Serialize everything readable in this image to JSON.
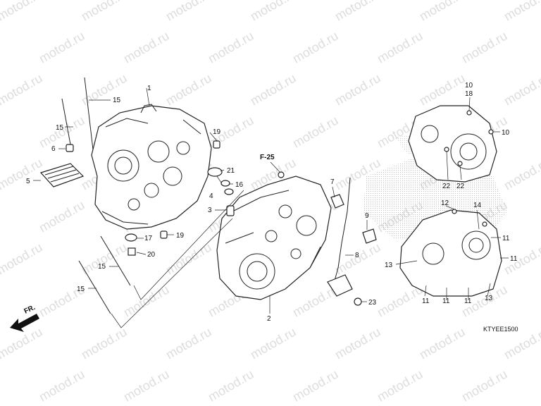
{
  "watermark": "motod.ru",
  "reference": "F-25",
  "direction": "FR.",
  "diagram_code": "KTYEE1500",
  "callouts": [
    {
      "id": "c1",
      "text": "1"
    },
    {
      "id": "c15a",
      "text": "15"
    },
    {
      "id": "c15b",
      "text": "15"
    },
    {
      "id": "c6",
      "text": "6"
    },
    {
      "id": "c5",
      "text": "5"
    },
    {
      "id": "c19a",
      "text": "19"
    },
    {
      "id": "c21",
      "text": "21"
    },
    {
      "id": "c16",
      "text": "16"
    },
    {
      "id": "c4",
      "text": "4"
    },
    {
      "id": "c3",
      "text": "3"
    },
    {
      "id": "c17",
      "text": "17"
    },
    {
      "id": "c19b",
      "text": "19"
    },
    {
      "id": "c20",
      "text": "20"
    },
    {
      "id": "c15c",
      "text": "15"
    },
    {
      "id": "c15d",
      "text": "15"
    },
    {
      "id": "c2",
      "text": "2"
    },
    {
      "id": "c7",
      "text": "7"
    },
    {
      "id": "c9",
      "text": "9"
    },
    {
      "id": "c8",
      "text": "8"
    },
    {
      "id": "c23",
      "text": "23"
    },
    {
      "id": "c10a",
      "text": "10"
    },
    {
      "id": "c18",
      "text": "18"
    },
    {
      "id": "c10b",
      "text": "10"
    },
    {
      "id": "c22a",
      "text": "22"
    },
    {
      "id": "c22b",
      "text": "22"
    },
    {
      "id": "c12",
      "text": "12"
    },
    {
      "id": "c14",
      "text": "14"
    },
    {
      "id": "c11a",
      "text": "11"
    },
    {
      "id": "c11b",
      "text": "11"
    },
    {
      "id": "c13a",
      "text": "13"
    },
    {
      "id": "c11c",
      "text": "11"
    },
    {
      "id": "c11d",
      "text": "11"
    },
    {
      "id": "c11e",
      "text": "11"
    },
    {
      "id": "c13b",
      "text": "13"
    }
  ]
}
